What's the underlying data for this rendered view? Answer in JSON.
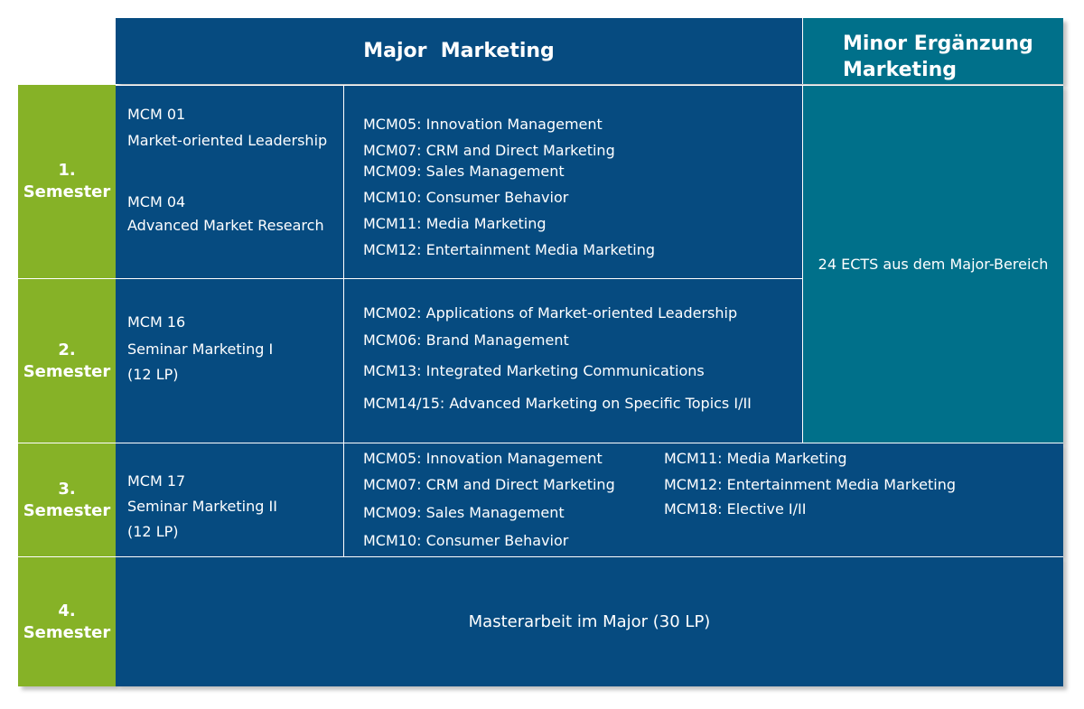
{
  "header": {
    "major_title": "Major  Marketing",
    "minor_title_line1": "Minor Ergänzung",
    "minor_title_line2": "Marketing"
  },
  "semesters": [
    {
      "number": "1.",
      "label": "Semester"
    },
    {
      "number": "2.",
      "label": "Semester"
    },
    {
      "number": "3.",
      "label": "Semester"
    },
    {
      "number": "4.",
      "label": "Semester"
    }
  ],
  "semester1": {
    "core": [
      "MCM 01",
      "Market-oriented Leadership",
      "MCM 04",
      "Advanced Market Research"
    ],
    "electives": [
      "MCM05: Innovation Management",
      "MCM07: CRM and Direct Marketing",
      "MCM09: Sales Management",
      "MCM10: Consumer Behavior",
      "MCM11: Media Marketing",
      "MCM12: Entertainment Media Marketing"
    ]
  },
  "semester2": {
    "core": [
      "MCM 16",
      "Seminar Marketing I",
      "(12 LP)"
    ],
    "electives": [
      "MCM02: Applications of Market-oriented Leadership",
      "MCM06: Brand Management",
      "MCM13: Integrated Marketing Communications",
      "MCM14/15: Advanced Marketing on Specific Topics I/II"
    ]
  },
  "semester3": {
    "core": [
      "MCM 17",
      "Seminar Marketing II",
      "(12 LP)"
    ],
    "electives_left": [
      "MCM05: Innovation Management",
      "MCM07: CRM and Direct Marketing",
      "MCM09: Sales Management",
      "MCM10: Consumer Behavior"
    ],
    "electives_right": [
      "MCM11: Media Marketing",
      "MCM12: Entertainment Media Marketing",
      "MCM18: Elective I/II"
    ]
  },
  "minor": {
    "ects_text": "24 ECTS aus dem Major-Bereich"
  },
  "semester4": {
    "thesis": "Masterarbeit im Major (30 LP)"
  },
  "colors": {
    "navy": "#064b80",
    "teal": "#00708a",
    "green": "#86b227",
    "text": "#ffffff"
  }
}
